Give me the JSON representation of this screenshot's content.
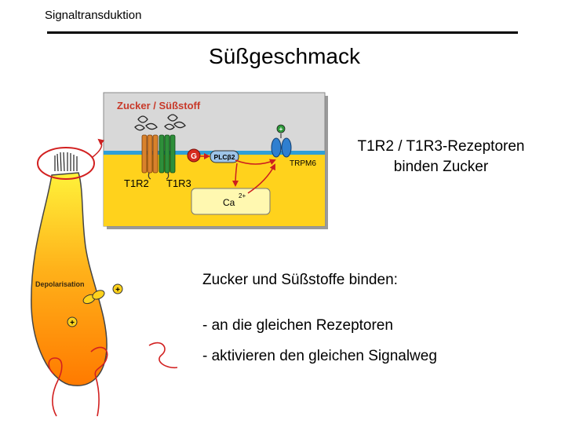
{
  "header": {
    "label": "Signaltransduktion"
  },
  "slide": {
    "title": "Süßgeschmack"
  },
  "diagram": {
    "ligand_label": "Zucker / Süßstoff",
    "receptor_1": "T1R2",
    "receptor_2": "T1R3",
    "g_protein": "G",
    "enzyme": "PLCβ2",
    "channel": "TRPM6",
    "calcium": "Ca",
    "calcium_charge": "2+",
    "depolarisation": "Depolarisation",
    "plus_sign": "+",
    "colors": {
      "membrane": "#2f9fd6",
      "cytoplasm": "#ffd21c",
      "extracellular": "#d6d6d6",
      "arrow": "#cc1f1f",
      "receptor_orange": "#d9822b",
      "receptor_green": "#2e8f3a"
    }
  },
  "receptor_note": {
    "line1": "T1R2 / T1R3-Rezeptoren",
    "line2": "binden Zucker"
  },
  "summary": {
    "heading": "Zucker und Süßstoffe binden:",
    "points": [
      "- an die gleichen Rezeptoren",
      "- aktivieren den gleichen Signalweg"
    ]
  }
}
